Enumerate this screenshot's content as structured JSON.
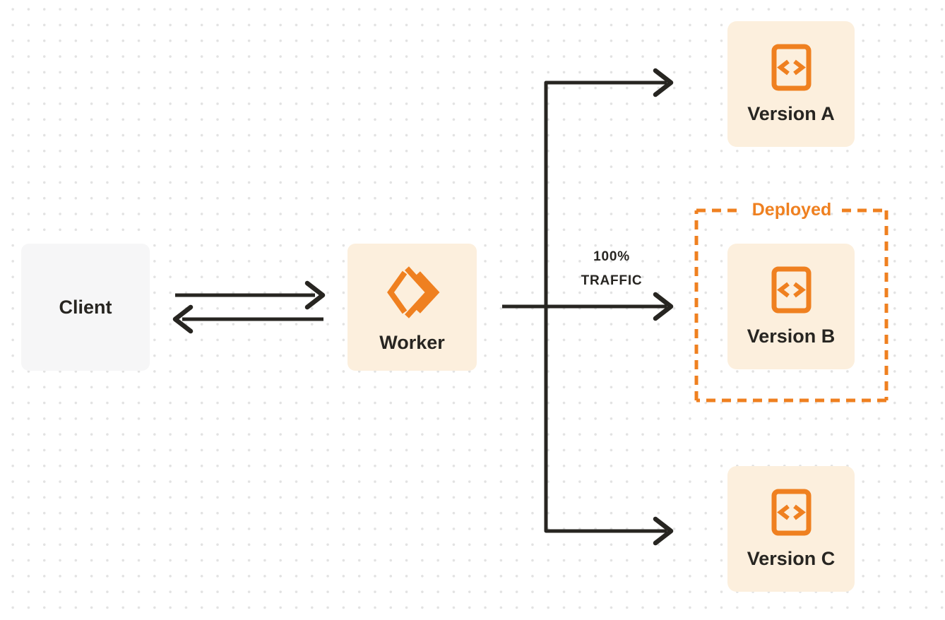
{
  "colors": {
    "accent": "#ef8020",
    "node_fill": "#fcefdd",
    "client_fill": "#f6f6f7",
    "ink": "#272521",
    "dot": "#e2e2e2",
    "bg": "#ffffff"
  },
  "nodes": {
    "client": {
      "label": "Client"
    },
    "worker": {
      "label": "Worker",
      "icon": "workers-logo-icon"
    },
    "version_a": {
      "label": "Version A",
      "icon": "code-file-icon"
    },
    "version_b": {
      "label": "Version B",
      "icon": "code-file-icon"
    },
    "version_c": {
      "label": "Version C",
      "icon": "code-file-icon"
    }
  },
  "annotations": {
    "deployed_label": "Deployed",
    "traffic_line1": "100%",
    "traffic_line2": "TRAFFIC"
  },
  "edges": [
    {
      "from": "client",
      "to": "worker",
      "direction": "bidirectional"
    },
    {
      "from": "worker",
      "to": "version_a",
      "direction": "forward"
    },
    {
      "from": "worker",
      "to": "version_b",
      "direction": "forward",
      "label": "100% TRAFFIC"
    },
    {
      "from": "worker",
      "to": "version_c",
      "direction": "forward"
    }
  ],
  "deployed_target": "version_b"
}
